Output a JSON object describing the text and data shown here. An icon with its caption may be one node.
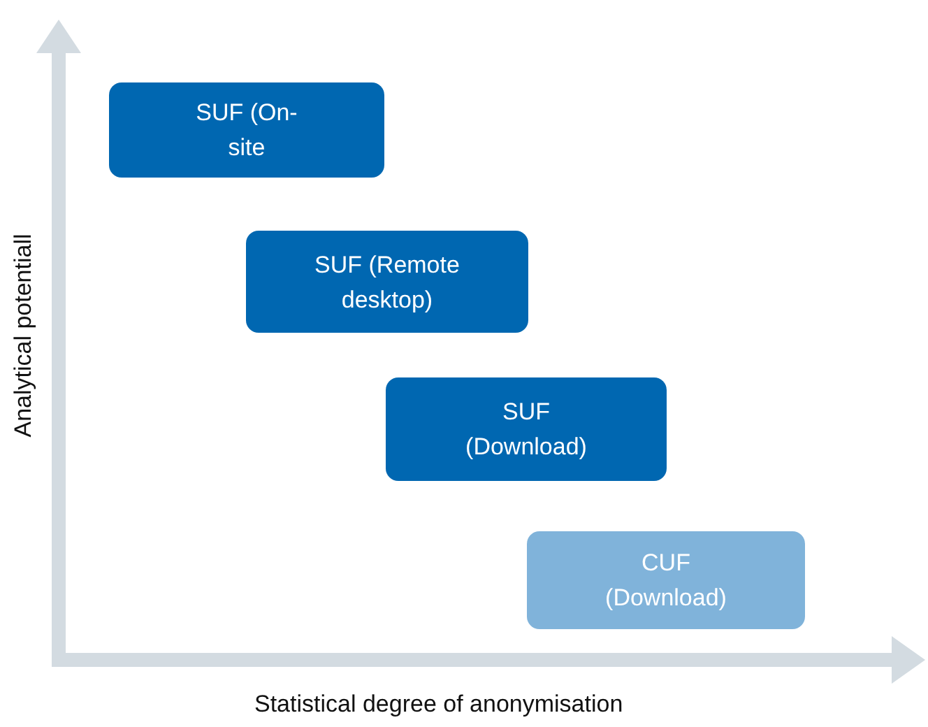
{
  "diagram": {
    "nodes": [
      {
        "text": [
          "SUF (On-site"
        ]
      },
      {
        "text": [
          "SUF (Remote desktop)"
        ]
      },
      {
        "text": [
          "SUF (Download)"
        ]
      },
      {
        "text": [
          "CUF (Download)"
        ]
      }
    ],
    "labels": [
      "Analytical potentiall",
      "Statistical degree of anonymisation"
    ]
  }
}
